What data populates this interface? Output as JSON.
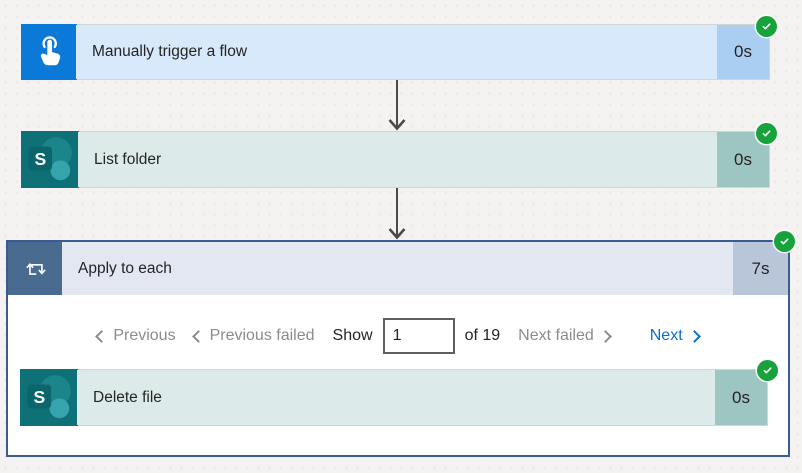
{
  "colors": {
    "trigger_blue": "#0b79d8",
    "sharepoint_teal": "#0e7177",
    "loop_slate_blue": "#4a6b90",
    "success_green": "#18a23c",
    "link_blue": "#0b6fd0",
    "container_border": "#3a5c92"
  },
  "cards": {
    "trigger": {
      "title": "Manually trigger a flow",
      "duration": "0s",
      "status": "succeeded"
    },
    "list_folder": {
      "title": "List folder",
      "duration": "0s",
      "status": "succeeded"
    },
    "apply_to_each": {
      "title": "Apply to each",
      "duration": "7s",
      "status": "succeeded"
    },
    "delete_file": {
      "title": "Delete file",
      "duration": "0s",
      "status": "succeeded"
    }
  },
  "pagination": {
    "previous_label": "Previous",
    "previous_failed_label": "Previous failed",
    "show_label": "Show",
    "page_value": "1",
    "of_total_label": "of 19",
    "next_failed_label": "Next failed",
    "next_label": "Next"
  },
  "icons": {
    "trigger": "manual-touch-icon",
    "sharepoint": "sharepoint-icon",
    "sharepoint_letter": "S",
    "loop": "apply-to-each-loop-icon",
    "success": "success-check-icon"
  }
}
